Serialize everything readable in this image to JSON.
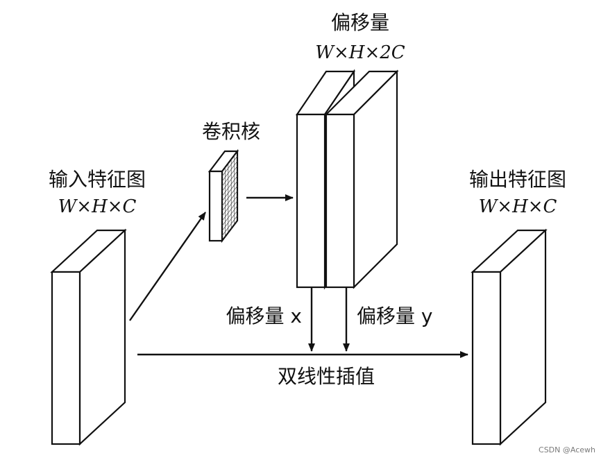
{
  "labels": {
    "input_title": "输入特征图",
    "input_dim": "W×H×C",
    "kernel_title": "卷积核",
    "offset_title": "偏移量",
    "offset_dim": "W×H×2C",
    "output_title": "输出特征图",
    "output_dim": "W×H×C",
    "offset_x": "偏移量 x",
    "offset_y": "偏移量 y",
    "interp": "双线性插值"
  },
  "watermark": "CSDN @Acewh",
  "colors": {
    "stroke": "#111111",
    "background": "#ffffff",
    "watermark": "#7a7a7a"
  }
}
